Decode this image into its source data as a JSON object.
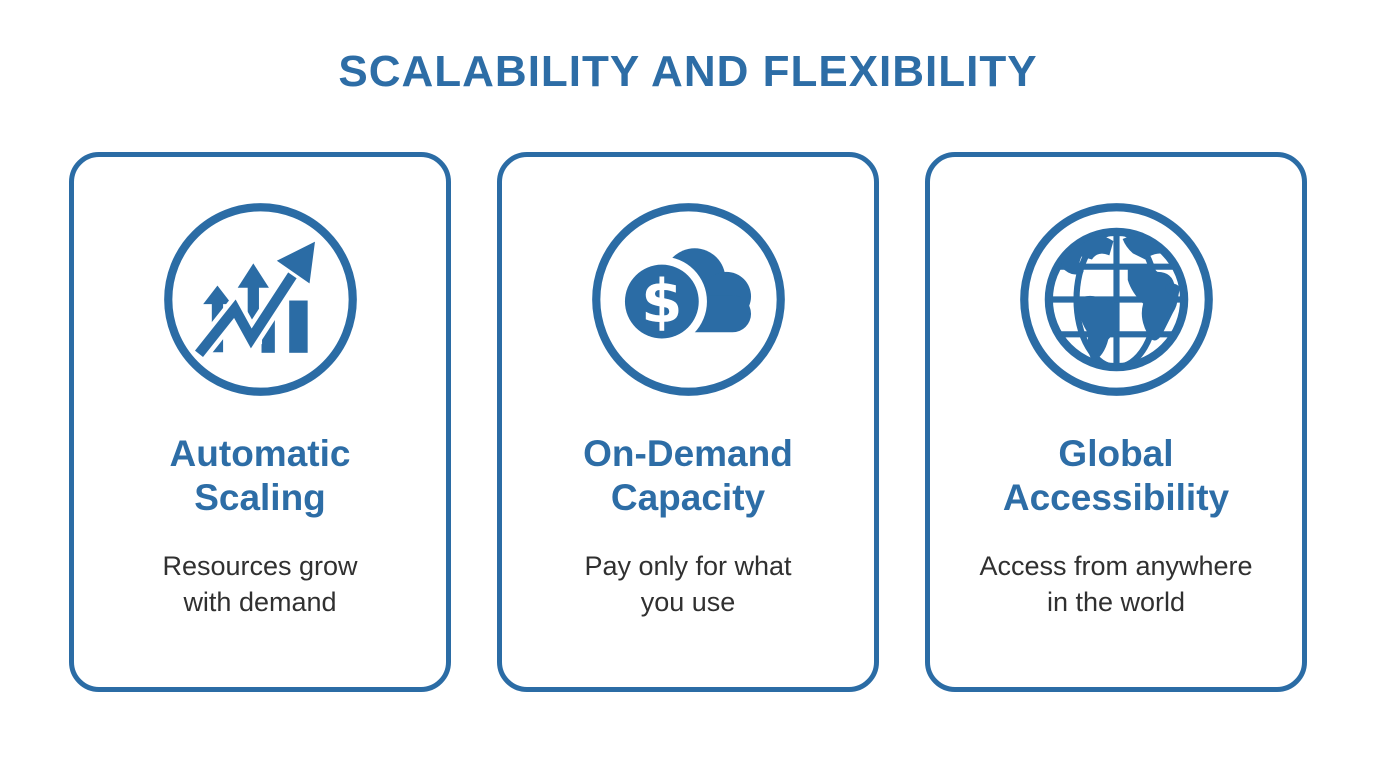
{
  "page": {
    "title": "SCALABILITY AND FLEXIBILITY"
  },
  "colors": {
    "accent_blue": "#2b6ca5",
    "heading_blue": "#2d6da6",
    "body_text": "#303030",
    "background": "#ffffff"
  },
  "cards": [
    {
      "icon": "growth-chart-icon",
      "title": "Automatic Scaling",
      "title_lines": [
        "Automatic",
        "Scaling"
      ],
      "description": "Resources grow with demand",
      "description_lines": [
        "Resources grow",
        "with demand"
      ]
    },
    {
      "icon": "dollar-cloud-icon",
      "title": "On-Demand Capacity",
      "title_lines": [
        "On-Demand",
        "Capacity"
      ],
      "description": "Pay only for what you use",
      "description_lines": [
        "Pay only for what",
        "you use"
      ]
    },
    {
      "icon": "globe-icon",
      "title": "Global Accessibility",
      "title_lines": [
        "Global",
        "Accessibility"
      ],
      "description": "Access from anywhere in the world",
      "description_lines": [
        "Access from anywhere",
        "in the world"
      ]
    }
  ]
}
